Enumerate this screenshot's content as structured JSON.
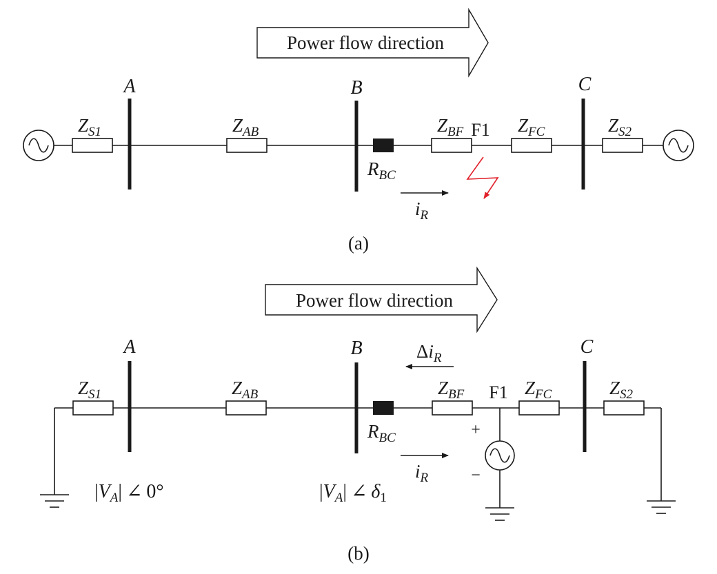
{
  "diagram_a": {
    "power_flow_label": "Power flow direction",
    "bus_a": "A",
    "bus_b": "B",
    "bus_c": "C",
    "zs1": {
      "main": "Z",
      "sub": "S1"
    },
    "zab": {
      "main": "Z",
      "sub": "AB"
    },
    "zbf": {
      "main": "Z",
      "sub": "BF"
    },
    "zfc": {
      "main": "Z",
      "sub": "FC"
    },
    "zs2": {
      "main": "Z",
      "sub": "S2"
    },
    "fault": "F1",
    "relay": {
      "main": "R",
      "sub": "BC"
    },
    "current": {
      "main": "i",
      "sub": "R"
    },
    "caption": "(a)",
    "colors": {
      "fault_bolt": "#e0202a"
    }
  },
  "diagram_b": {
    "power_flow_label": "Power flow direction",
    "bus_a": "A",
    "bus_b": "B",
    "bus_c": "C",
    "zs1": {
      "main": "Z",
      "sub": "S1"
    },
    "zab": {
      "main": "Z",
      "sub": "AB"
    },
    "zbf": {
      "main": "Z",
      "sub": "BF"
    },
    "zfc": {
      "main": "Z",
      "sub": "FC"
    },
    "zs2": {
      "main": "Z",
      "sub": "S2"
    },
    "fault": "F1",
    "relay": {
      "main": "R",
      "sub": "BC"
    },
    "current": {
      "main": "i",
      "sub": "R"
    },
    "delta_current": {
      "delta": "Δ",
      "main": "i",
      "sub": "R"
    },
    "plus": "+",
    "minus": "−",
    "va_angle0": {
      "bar_open": "|",
      "main": "V",
      "sub": "A",
      "bar_close": "|",
      "angle": "∠",
      "value": "0°"
    },
    "va_angle_delta": {
      "bar_open": "|",
      "main": "V",
      "sub": "A",
      "bar_close": "|",
      "angle": "∠",
      "symbol": "δ",
      "symbol_sub": "1"
    },
    "caption": "(b)"
  }
}
